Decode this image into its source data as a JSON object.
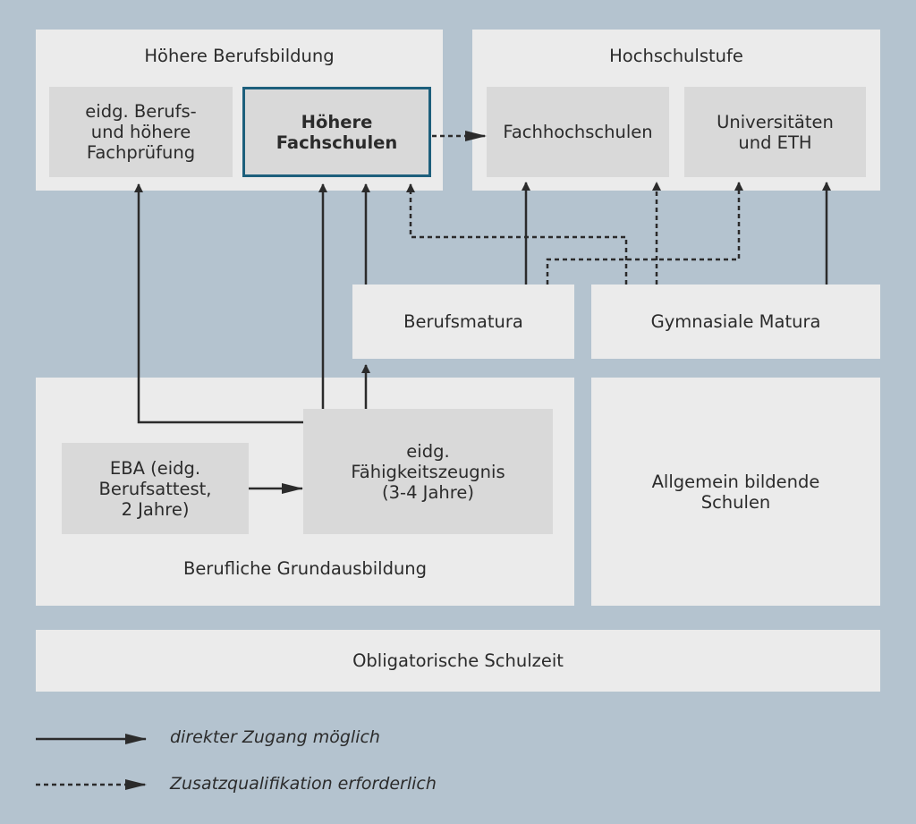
{
  "groups": {
    "hoehere_berufsbildung": "Höhere Berufsbildung",
    "hochschulstufe": "Hochschulstufe",
    "berufliche_grundausbildung": "Berufliche Grundausbildung"
  },
  "nodes": {
    "berufspruefung": "eidg. Berufs-\nund höhere\nFachprüfung",
    "hoehere_fachschulen": "Höhere\nFachschulen",
    "fachhochschulen": "Fachhochschulen",
    "universitaeten": "Universitäten\nund ETH",
    "berufsmatura": "Berufsmatura",
    "gymnasiale_matura": "Gymnasiale Matura",
    "eba": "EBA (eidg.\nBerufsattest,\n2 Jahre)",
    "efz": "eidg.\nFähigkeitszeugnis\n(3-4 Jahre)",
    "allgemein": "Allgemein bildende\nSchulen",
    "obligatorisch": "Obligatorische Schulzeit"
  },
  "legend": {
    "direct": "direkter Zugang möglich",
    "additional": "Zusatzqualifikation erforderlich"
  },
  "colors": {
    "background": "#b4c3cf",
    "outer_box": "#ebebeb",
    "inner_box": "#d9d9d9",
    "highlight_border": "#1d5f7c",
    "line": "#2b2b2b"
  }
}
